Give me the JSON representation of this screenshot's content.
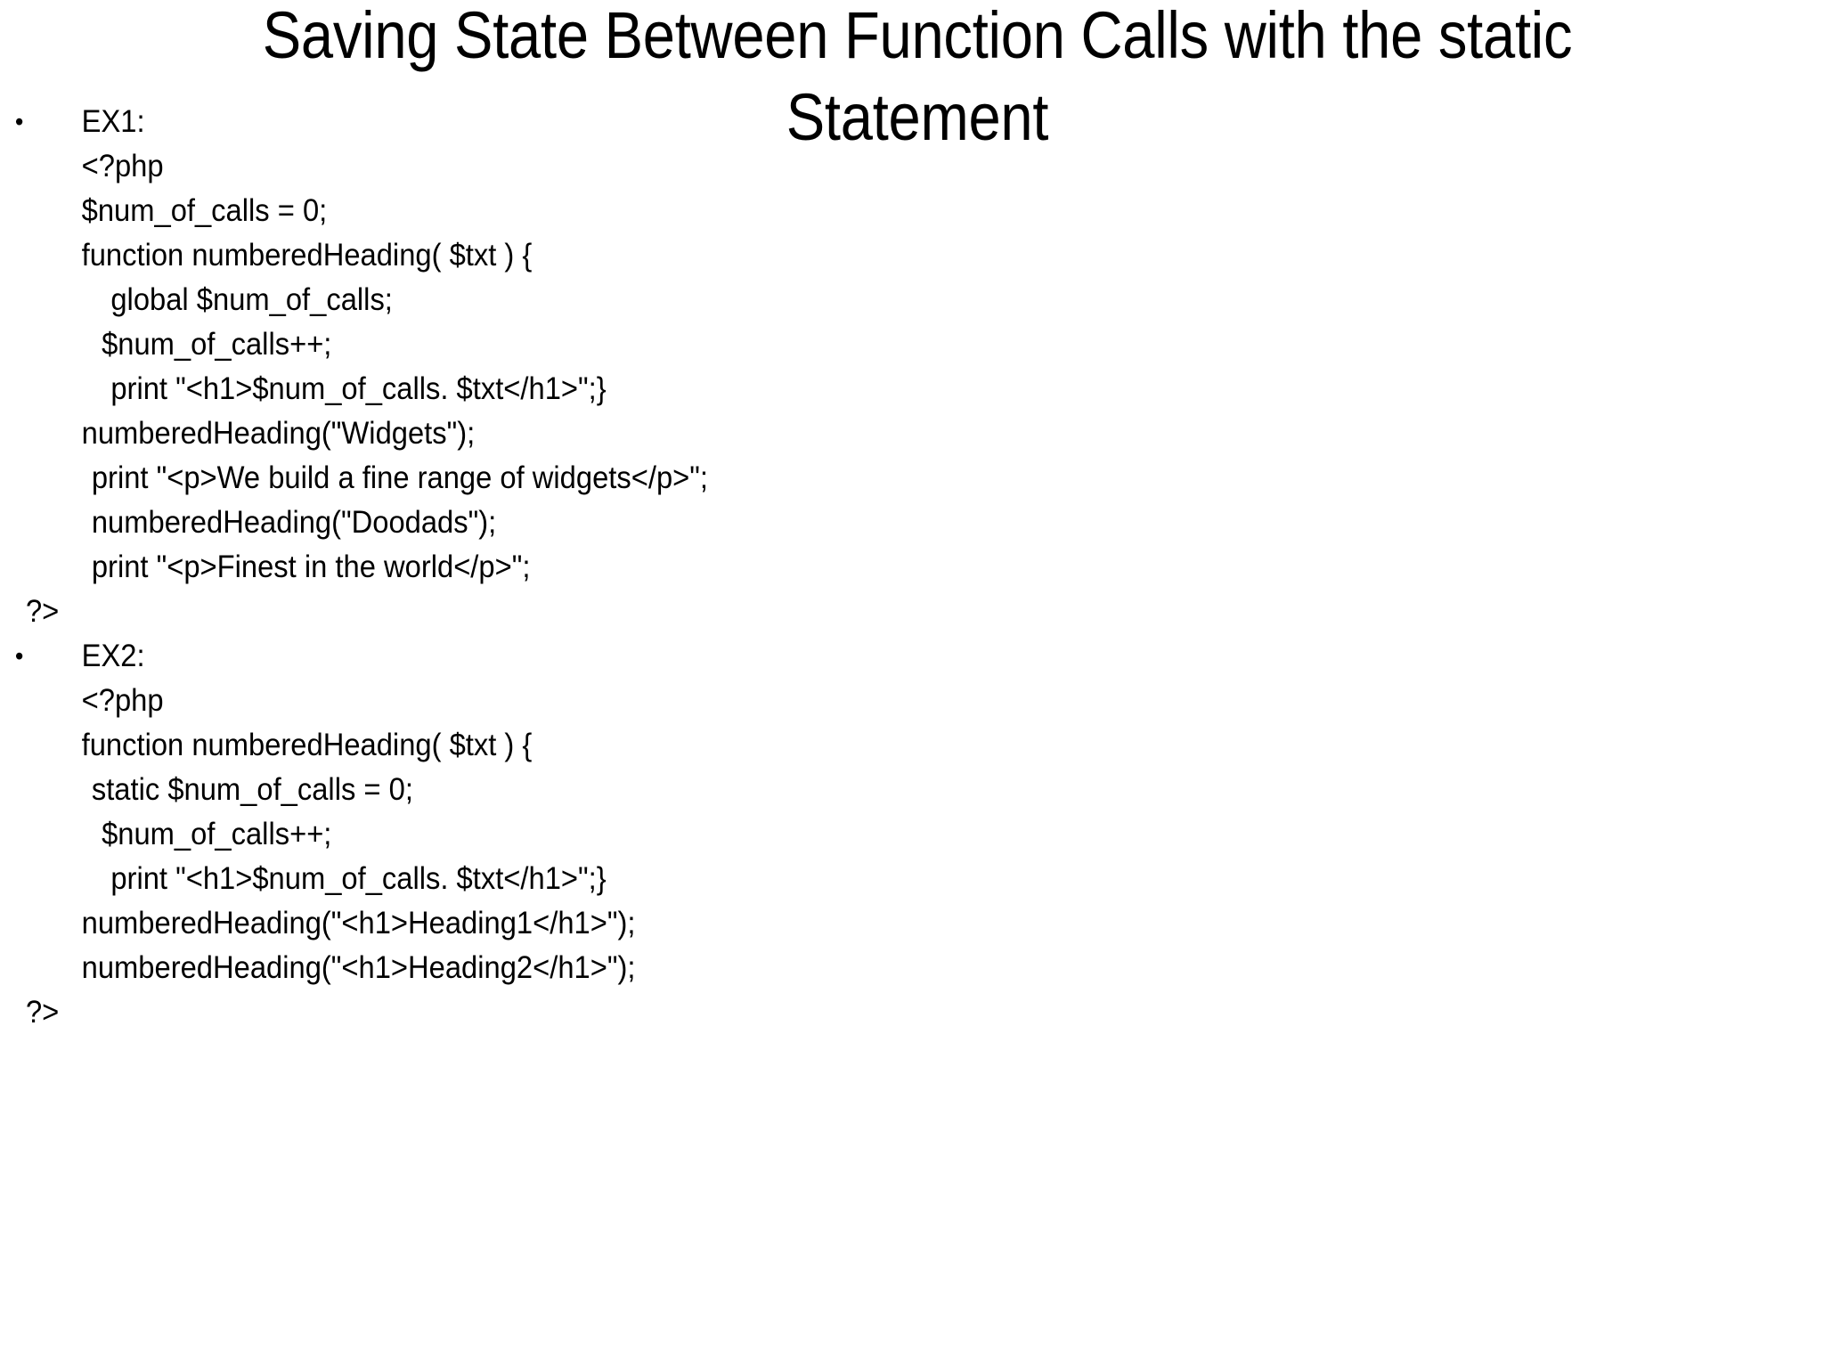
{
  "slide": {
    "title": "Saving State Between Function Calls with the static Statement",
    "background_color": "#ffffff",
    "text_color": "#000000",
    "bullet_glyph": "•",
    "lines": [
      {
        "text": "EX1:",
        "indent": 0,
        "bullet": true
      },
      {
        "text": "<?php",
        "indent": 0,
        "bullet": false
      },
      {
        "text": "$num_of_calls = 0;",
        "indent": 0,
        "bullet": false
      },
      {
        "text": "function numberedHeading( $txt ) {",
        "indent": 0,
        "bullet": false
      },
      {
        "text": "global $num_of_calls;",
        "indent": 3,
        "bullet": false
      },
      {
        "text": "$num_of_calls++;",
        "indent": 2,
        "bullet": false
      },
      {
        "text": "print \"<h1>$num_of_calls. $txt</h1>\";}",
        "indent": 3,
        "bullet": false
      },
      {
        "text": "numberedHeading(\"Widgets\");",
        "indent": 0,
        "bullet": false
      },
      {
        "text": "print \"<p>We build a fine range of widgets</p>\";",
        "indent": 1,
        "bullet": false
      },
      {
        "text": "numberedHeading(\"Doodads\");",
        "indent": 1,
        "bullet": false
      },
      {
        "text": "print \"<p>Finest in the world</p>\";",
        "indent": 1,
        "bullet": false
      },
      {
        "text": "?>",
        "indent": "root",
        "bullet": false
      },
      {
        "text": "EX2:",
        "indent": 0,
        "bullet": true
      },
      {
        "text": "<?php",
        "indent": 0,
        "bullet": false
      },
      {
        "text": "function numberedHeading( $txt ) {",
        "indent": 0,
        "bullet": false
      },
      {
        "text": "static $num_of_calls = 0;",
        "indent": 1,
        "bullet": false
      },
      {
        "text": "$num_of_calls++;",
        "indent": 2,
        "bullet": false
      },
      {
        "text": "print \"<h1>$num_of_calls. $txt</h1>\";}",
        "indent": 3,
        "bullet": false
      },
      {
        "text": "numberedHeading(\"<h1>Heading1</h1>\");",
        "indent": 0,
        "bullet": false
      },
      {
        "text": "numberedHeading(\"<h1>Heading2</h1>\");",
        "indent": 0,
        "bullet": false
      },
      {
        "text": "?>",
        "indent": "root",
        "bullet": false
      }
    ]
  }
}
